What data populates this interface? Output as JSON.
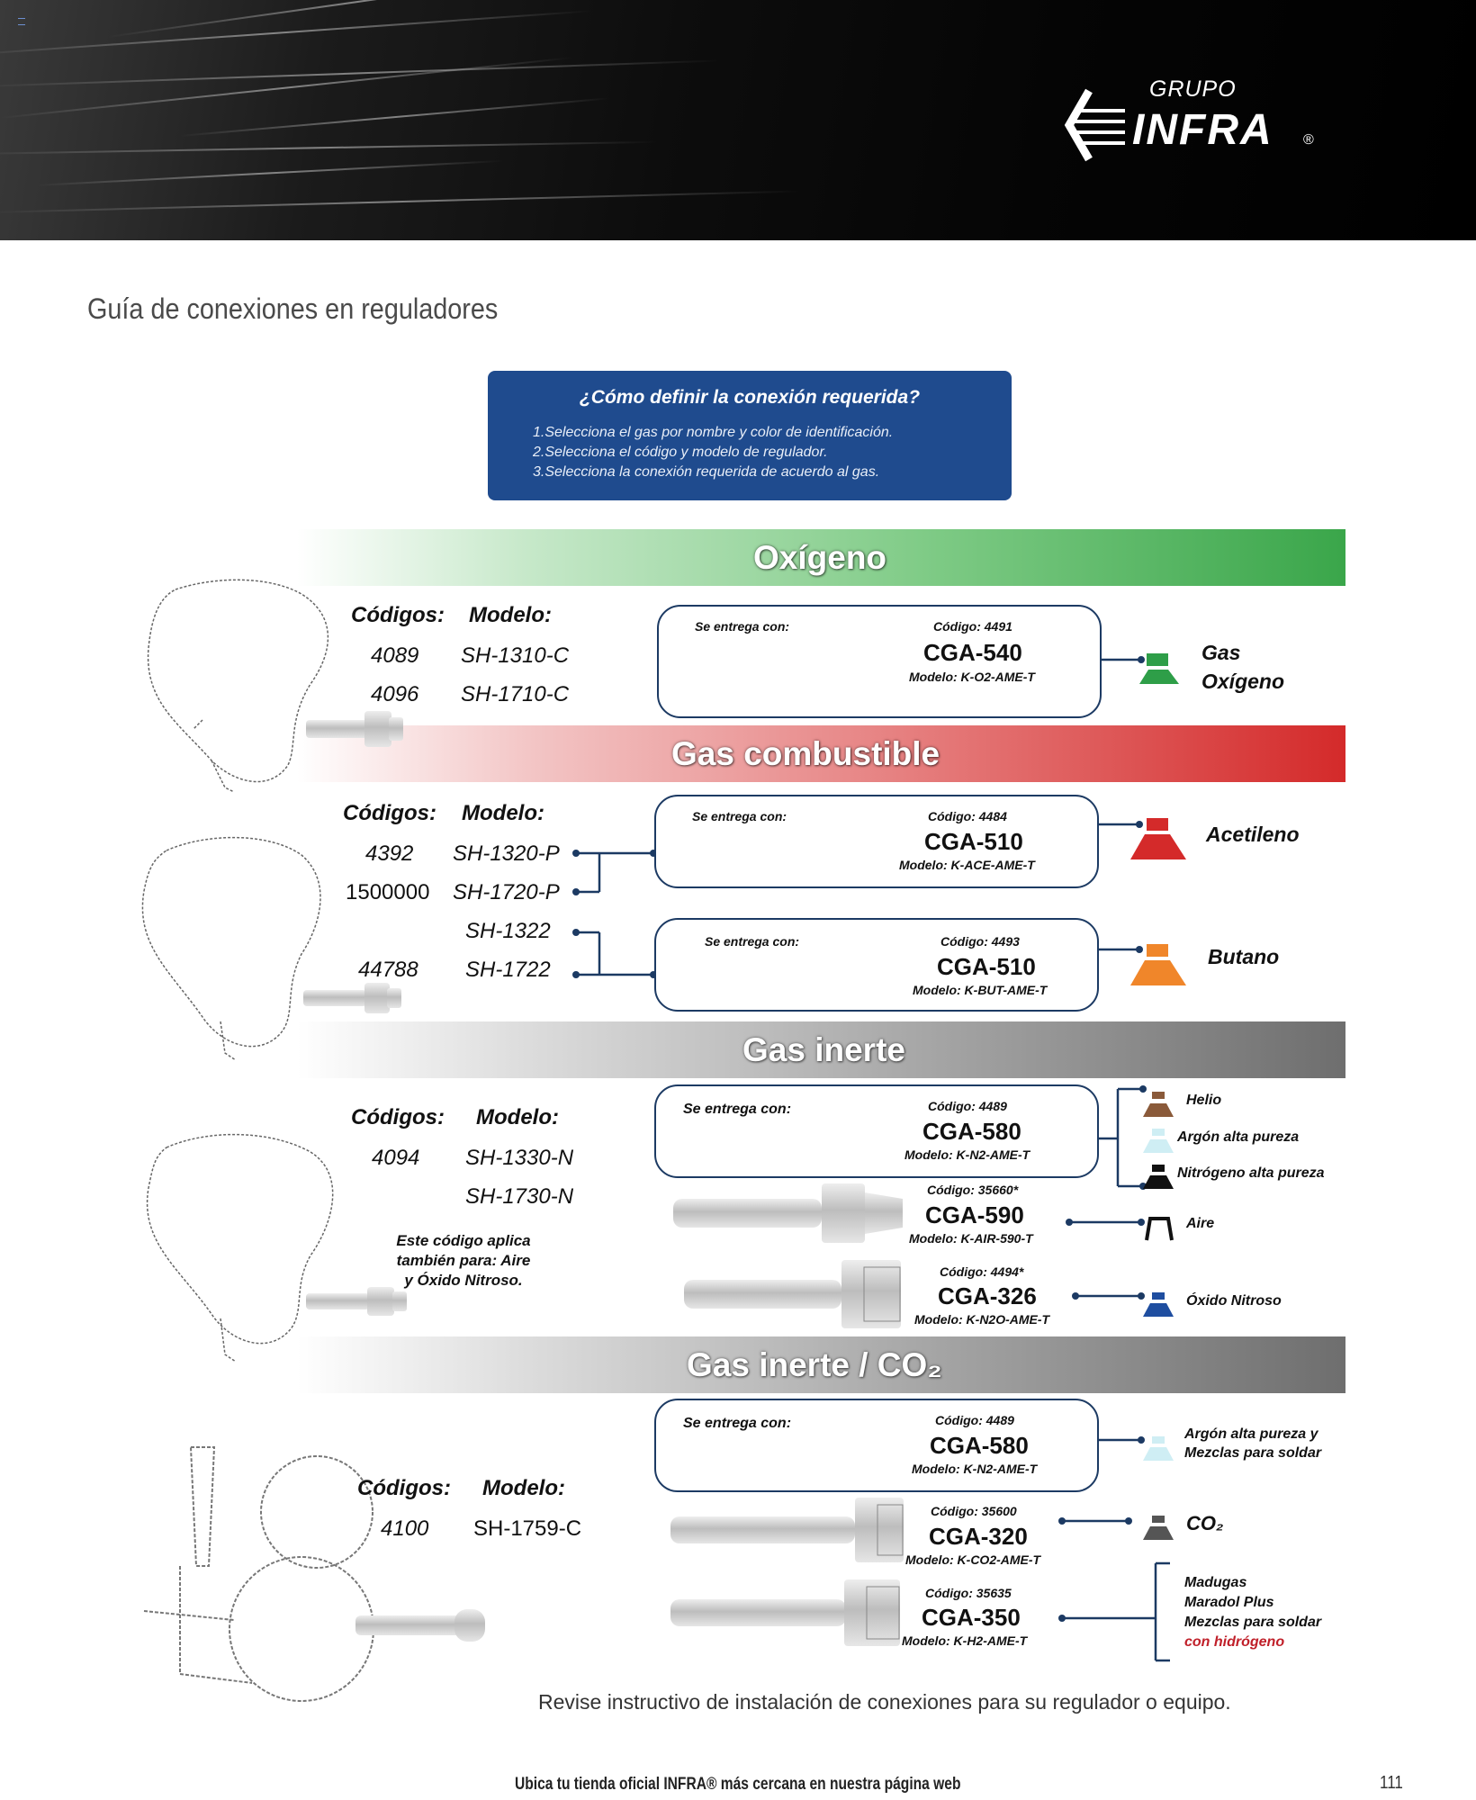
{
  "brand": {
    "top": "GRUPO",
    "name": "INFRA",
    "reg": "®"
  },
  "page_title": "Guía de conexiones en reguladores",
  "howto": {
    "title": "¿Cómo definir la conexión requerida?",
    "steps": [
      "1.Selecciona el gas por nombre y color de identificación.",
      "2.Selecciona el código y modelo de regulador.",
      "3.Selecciona la conexión requerida de acuerdo al gas."
    ]
  },
  "labels": {
    "codigos": "Códigos:",
    "modelo": "Modelo:",
    "se_entrega": "Se entrega con:"
  },
  "sections": {
    "oxigeno": {
      "title": "Oxígeno",
      "rows": [
        {
          "codigo": "4089",
          "modelo": "SH-1310-C"
        },
        {
          "codigo": "4096",
          "modelo": "SH-1710-C"
        }
      ],
      "connection": {
        "codigo": "Código: 4491",
        "cga": "CGA-540",
        "modelo": "Modelo: K-O2-AME-T"
      },
      "gas": {
        "line1": "Gas",
        "line2": "Oxígeno",
        "color": "#2e9e48"
      }
    },
    "combustible": {
      "title": "Gas combustible",
      "rows": [
        {
          "codigo": "4392",
          "modelo": "SH-1320-P"
        },
        {
          "codigo": "1500000",
          "modelo": "SH-1720-P"
        },
        {
          "codigo": "",
          "modelo": "SH-1322"
        },
        {
          "codigo": "44788",
          "modelo": "SH-1722"
        }
      ],
      "connections": [
        {
          "codigo": "Código: 4484",
          "cga": "CGA-510",
          "modelo": "Modelo: K-ACE-AME-T",
          "gas": "Acetileno",
          "color": "#d42a2a"
        },
        {
          "codigo": "Código: 4493",
          "cga": "CGA-510",
          "modelo": "Modelo: K-BUT-AME-T",
          "gas": "Butano",
          "color": "#f0862a"
        }
      ]
    },
    "inerte": {
      "title": "Gas inerte",
      "rows": [
        {
          "codigo": "4094",
          "modelo": "SH-1330-N"
        },
        {
          "codigo": "",
          "modelo": "SH-1730-N"
        }
      ],
      "note": [
        "Este código aplica",
        "también para: Aire",
        "y Óxido Nitroso."
      ],
      "connections": [
        {
          "codigo": "Código: 4489",
          "cga": "CGA-580",
          "modelo": "Modelo: K-N2-AME-T"
        },
        {
          "codigo": "Código: 35660*",
          "cga": "CGA-590",
          "modelo": "Modelo: K-AIR-590-T"
        },
        {
          "codigo": "Código: 4494*",
          "cga": "CGA-326",
          "modelo": "Modelo: K-N2O-AME-T"
        }
      ],
      "gases": [
        {
          "name": "Helio",
          "color": "#8a5a3a"
        },
        {
          "name": "Argón alta pureza",
          "color": "#cfeef4"
        },
        {
          "name": "Nitrógeno alta pureza",
          "color": "#111111"
        },
        {
          "name": "Aire",
          "color": "#ffffff"
        },
        {
          "name": "Óxido Nitroso",
          "color": "#1f4ea0"
        }
      ]
    },
    "co2": {
      "title": "Gas inerte / CO₂",
      "rows": [
        {
          "codigo": "4100",
          "modelo": "SH-1759-C"
        }
      ],
      "connections": [
        {
          "codigo": "Código: 4489",
          "cga": "CGA-580",
          "modelo": "Modelo: K-N2-AME-T"
        },
        {
          "codigo": "Código: 35600",
          "cga": "CGA-320",
          "modelo": "Modelo: K-CO2-AME-T"
        },
        {
          "codigo": "Código: 35635",
          "cga": "CGA-350",
          "modelo": "Modelo: K-H2-AME-T"
        }
      ],
      "gases": [
        {
          "line1": "Argón alta pureza y",
          "line2": "Mezclas para soldar",
          "color": "#cfeef4"
        },
        {
          "name": "CO₂",
          "color": "#555555"
        }
      ],
      "h2_list": [
        "Madugas",
        "Maradol Plus",
        "Mezclas para soldar"
      ],
      "h2_red": "con hidrógeno"
    }
  },
  "footer_note": "Revise instructivo de instalación de conexiones para su regulador o equipo.",
  "footer": "Ubica tu tienda oficial INFRA® más cercana en nuestra página web",
  "page_number": "111",
  "colors": {
    "navy": "#1c3a63",
    "howto_bg": "#1f4b8e",
    "green": "#3aa64a",
    "red": "#d42a2a",
    "gray": "#6e6e6e"
  }
}
